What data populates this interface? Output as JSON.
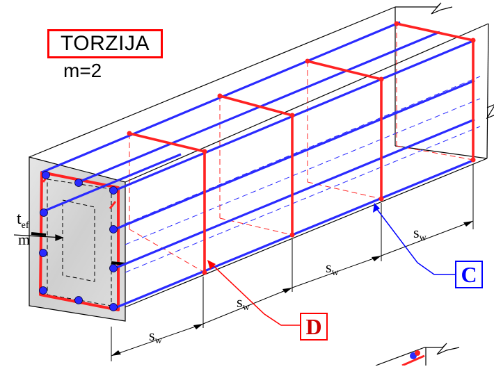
{
  "title": "TORZIJA",
  "subtitle": "m=2",
  "labels": {
    "tef_t": "t",
    "tef_sub": "ef",
    "m": "m",
    "sw_s": "s",
    "sw_sub": "w"
  },
  "tags": {
    "c": "C",
    "d": "D"
  },
  "colors": {
    "stirrup": "#ff2222",
    "longitudinal_bar": "#2a2aff",
    "section_face": "#d8d8d8",
    "tag_c_border": "#0000ff",
    "tag_d_border": "#ff0000"
  }
}
